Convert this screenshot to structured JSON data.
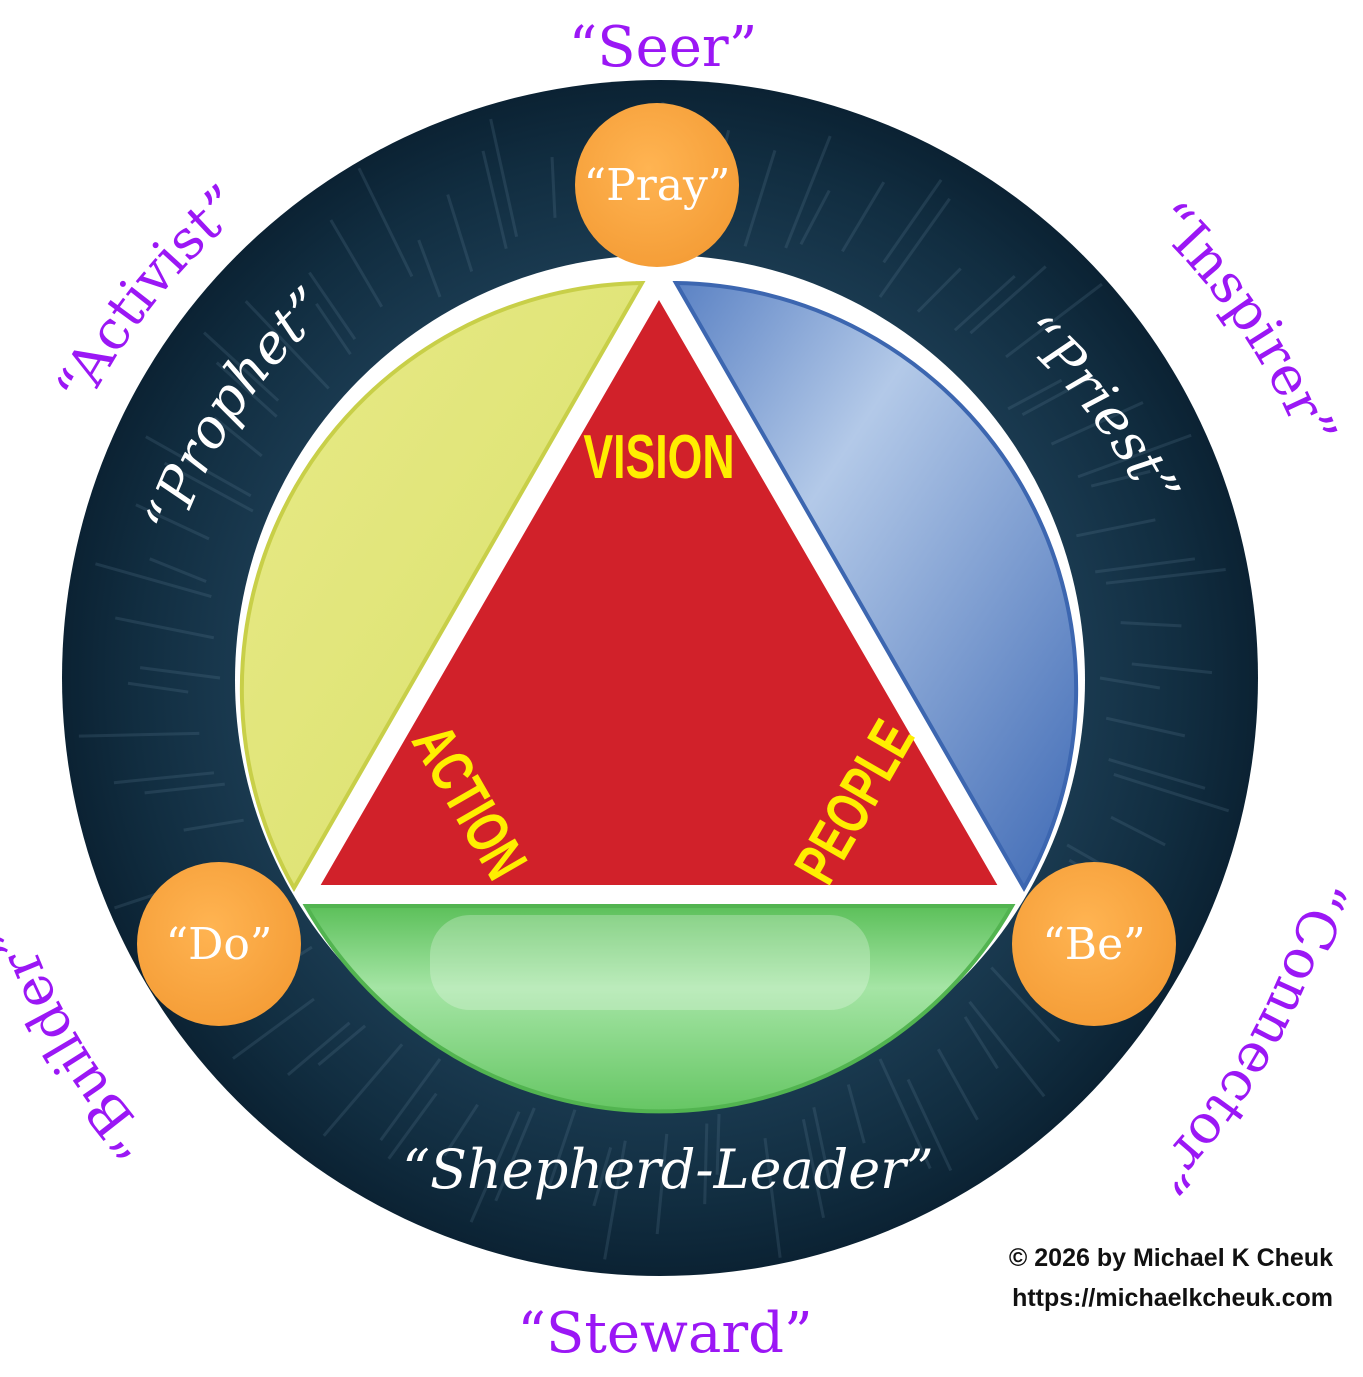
{
  "outer_roles": {
    "top": "“Seer”",
    "upper_left": "“Activist”",
    "upper_right": "“Inspirer”",
    "lower_left": "“Builder”",
    "lower_right": "“Connector”",
    "bottom": "“Steward”"
  },
  "ring_roles": {
    "left": "“Prophet”",
    "right": "“Priest”",
    "bottom": "“Shepherd-Leader”"
  },
  "nodes": {
    "top": "“Pray”",
    "left": "“Do”",
    "right": "“Be”"
  },
  "triangle": {
    "top": "VISION",
    "left": "ACTION",
    "right": "PEOPLE"
  },
  "credit": {
    "copyright": "© 2026 by Michael K Cheuk",
    "url": "https://michaelkcheuk.com"
  },
  "colors": {
    "outer_text": "#9b17f5",
    "ring": "#0f2b3d",
    "node": "#fba845",
    "triangle": "#d1212a",
    "triangle_text": "#ffee00",
    "segment_left": "#dbe26a",
    "segment_right": "#8eaed8",
    "segment_bottom": "#8edc8c"
  }
}
